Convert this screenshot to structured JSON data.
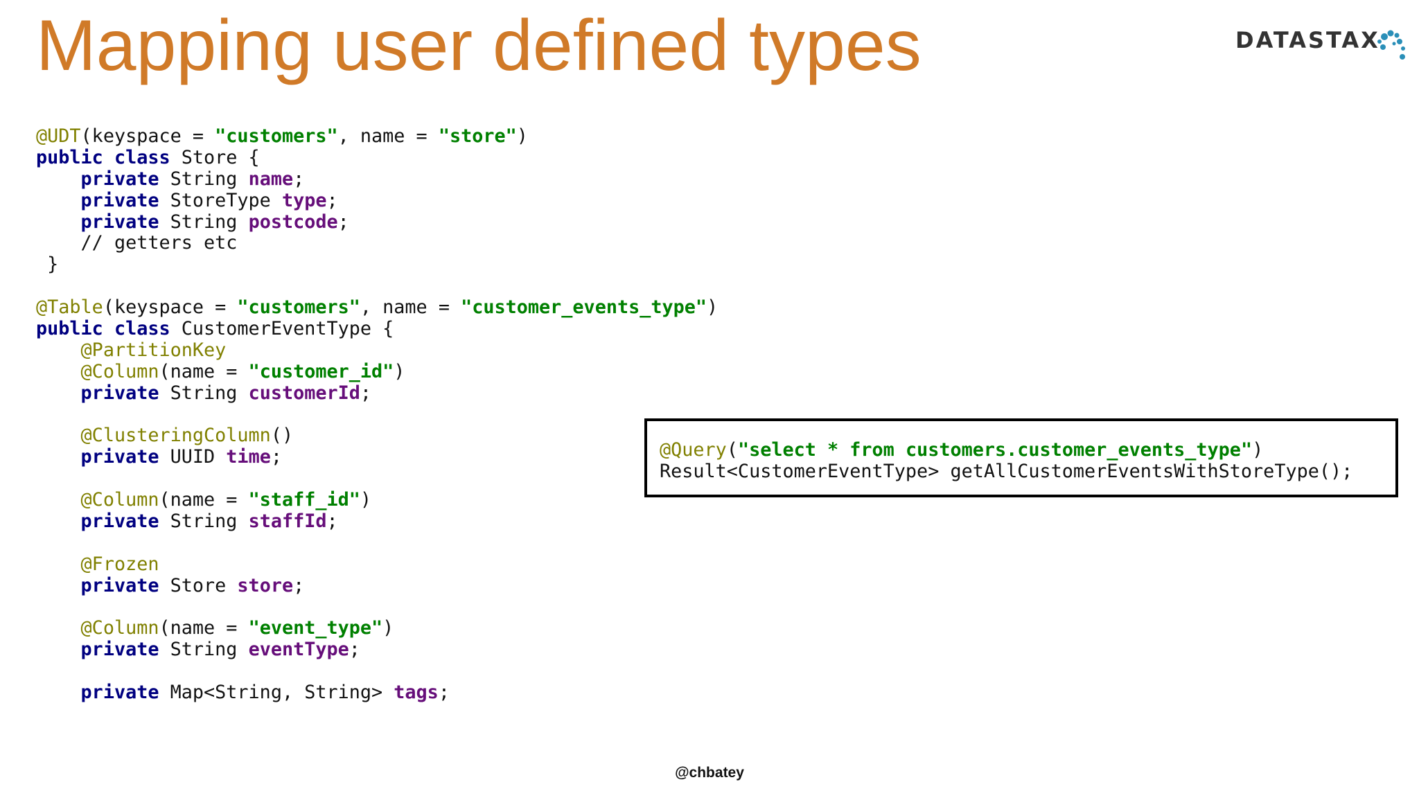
{
  "slide": {
    "title": "Mapping user defined types",
    "logo_text": "DATASTAX",
    "footer": "@chbatey",
    "colors": {
      "title": "#d07a28",
      "annotation": "#808000",
      "keyword": "#000080",
      "string": "#008000",
      "field": "#660e7a",
      "logo_dots": "#2a8fb8"
    }
  },
  "code": {
    "udt_annotation": "@UDT",
    "udt_args_1": "(keyspace = ",
    "udt_keyspace": "\"customers\"",
    "udt_args_2": ", name = ",
    "udt_name": "\"store\"",
    "udt_args_3": ")",
    "kw_public": "public",
    "kw_class": "class",
    "kw_private": "private",
    "store_class_rest": " Store {",
    "type_string": " String ",
    "type_storetype": " StoreType ",
    "field_name": "name",
    "field_type": "type",
    "field_postcode": "postcode",
    "semicolon": ";",
    "comment": "// getters etc",
    "close_brace": " }",
    "table_annotation": "@Table",
    "table_args_1": "(keyspace = ",
    "table_keyspace": "\"customers\"",
    "table_args_2": ", name = ",
    "table_name": "\"customer_events_type\"",
    "table_args_3": ")",
    "cet_class_rest": " CustomerEventType {",
    "partition_key": "@PartitionKey",
    "column_annotation": "@Column",
    "name_eq": "(name = ",
    "paren_close": ")",
    "col_customer_id": "\"customer_id\"",
    "field_customer_id": "customerId",
    "clustering_column": "@ClusteringColumn",
    "empty_parens": "()",
    "type_uuid": " UUID ",
    "field_time": "time",
    "col_staff_id": "\"staff_id\"",
    "field_staff_id": "staffId",
    "frozen": "@Frozen",
    "type_store": " Store ",
    "field_store": "store",
    "col_event_type": "\"event_type\"",
    "field_event_type": "eventType",
    "type_map": " Map<String, String> ",
    "field_tags": "tags"
  },
  "query_box": {
    "annotation": "@Query",
    "open_paren": "(",
    "query_string": "\"select * from customers.customer_events_type\"",
    "close_paren": ")",
    "method_line": "Result<CustomerEventType> getAllCustomerEventsWithStoreType();"
  }
}
